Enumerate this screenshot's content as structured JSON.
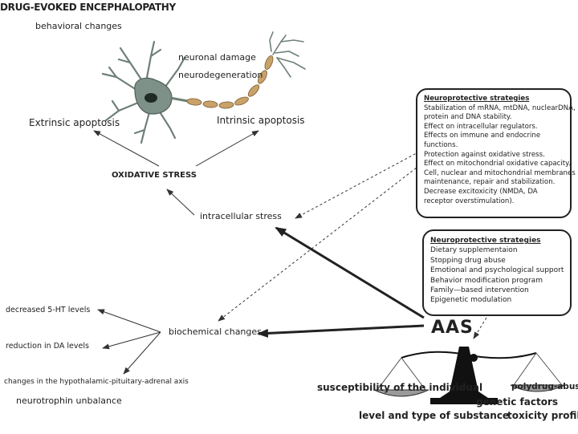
{
  "title": "DRUG-EVOKED ENCEPHALOPATHY",
  "behavioral": "behavioral changes",
  "neuron_labels": {
    "damage": "neuronal damage",
    "degeneration": "neurodegeneration"
  },
  "apoptosis": {
    "extrinsic": "Extrinsic apoptosis",
    "intrinsic": "Intrinsic apoptosis"
  },
  "oxidative_stress": "OXIDATIVE STRESS",
  "intracellular_stress": "intracellular stress",
  "biochemical_changes": "biochemical changes",
  "effects": [
    "decreased 5-HT levels",
    "reduction in DA levels",
    "changes in the hypothalamic-pituitary-adrenal axis"
  ],
  "neurotrophin": "neurotrophin unbalance",
  "box1": {
    "title": "Neuroprotective strategies",
    "lines": [
      "Stabilization of mRNA, mtDNA, nuclearDNA,",
      "protein and DNA stability.",
      "Effect on intracellular regulators.",
      "Effects on immune and endocrine",
      "functions.",
      "Protection against oxidative stress.",
      "Effect on mitochondrial oxidative capacity.",
      "Cell, nuclear and mitochondrial membranes",
      "maintenance, repair and stabilization.",
      "Decrease excitoxicity (NMDA, DA",
      "receptor overstimulation)."
    ]
  },
  "box2": {
    "title": "Neuroprotective strategies",
    "lines": [
      "Dietary supplementaion",
      "Stopping drug abuse",
      "Emotional  and  psychological support",
      "Behavior modification program",
      "Family—based  intervention",
      "Epigenetic modulation"
    ]
  },
  "aas": "AAS",
  "scale_labels": {
    "susceptibility": "susceptibility of the individual",
    "polydrug": "polydrug-abuse",
    "genetic": "genetic factors",
    "level_type": "level and type of substance",
    "toxicity": "toxicity profile"
  }
}
